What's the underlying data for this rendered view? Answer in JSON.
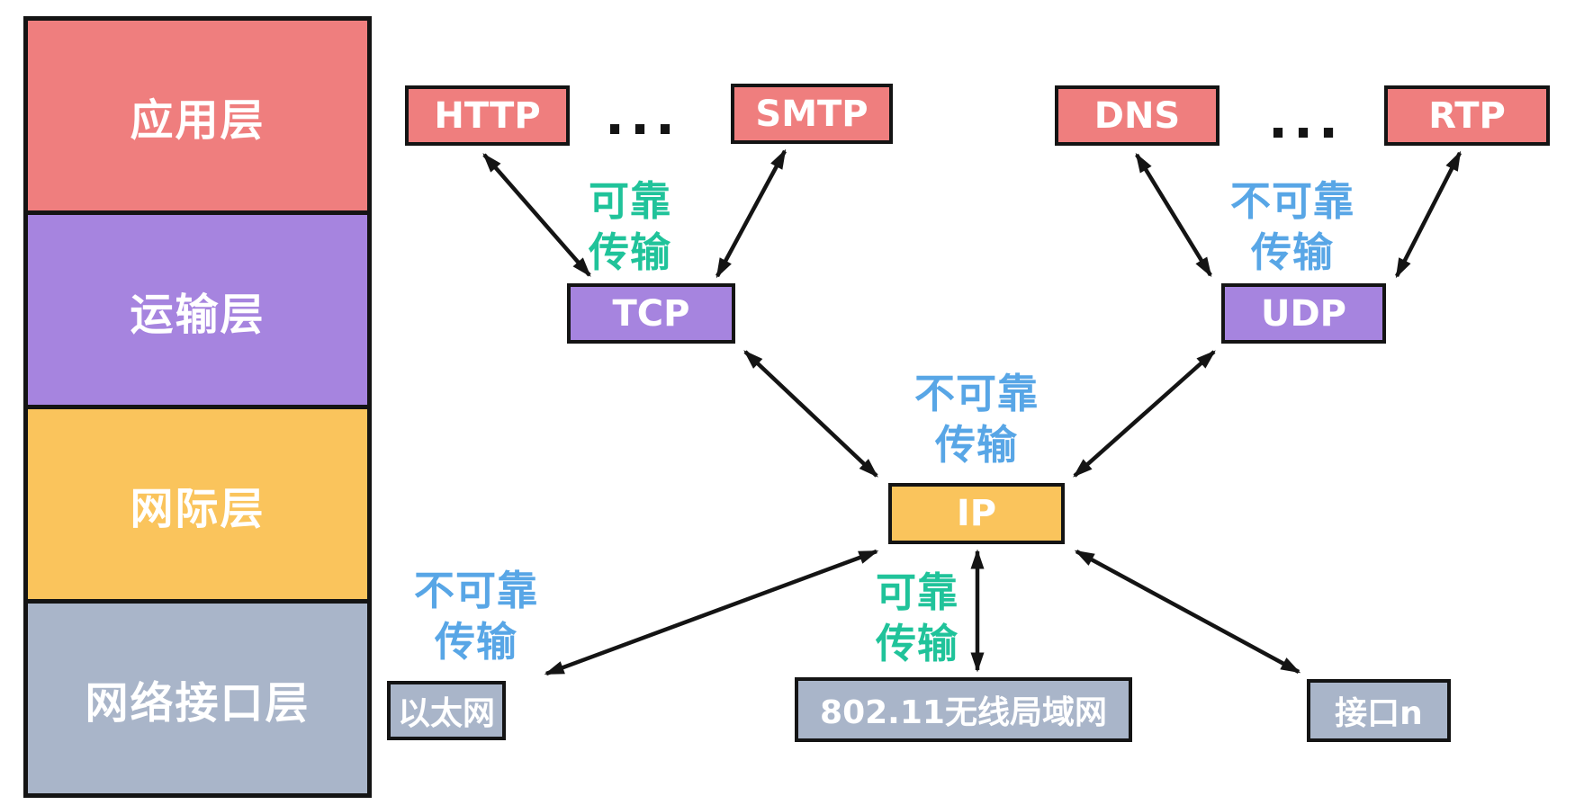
{
  "colors": {
    "salmon": "#EF7E7E",
    "purple": "#A684DF",
    "yellow": "#FAC45C",
    "grey_blue": "#A9B5C9",
    "green_text": "#20C39A",
    "blue_text": "#58A6E6",
    "outline": "#141414",
    "box_text": "#FFFFFF"
  },
  "stack": {
    "layers": [
      {
        "label": "应用层",
        "color": "#EF7E7E"
      },
      {
        "label": "运输层",
        "color": "#A684DF"
      },
      {
        "label": "网际层",
        "color": "#FAC45C"
      },
      {
        "label": "网络接口层",
        "color": "#A9B5C9"
      }
    ]
  },
  "nodes": {
    "http": {
      "label": "HTTP"
    },
    "smtp": {
      "label": "SMTP"
    },
    "dns": {
      "label": "DNS"
    },
    "rtp": {
      "label": "RTP"
    },
    "tcp": {
      "label": "TCP"
    },
    "udp": {
      "label": "UDP"
    },
    "ip": {
      "label": "IP"
    },
    "ethernet": {
      "label": "以太网"
    },
    "wlan": {
      "label": "802.11无线局域网"
    },
    "iface": {
      "label": "接口n"
    }
  },
  "ellipsis": "...",
  "annotations": {
    "tcp_reliable": {
      "text": "可靠\n传输",
      "color": "#20C39A"
    },
    "udp_unreliable": {
      "text": "不可靠\n传输",
      "color": "#58A6E6"
    },
    "ip_unreliable": {
      "text": "不可靠\n传输",
      "color": "#58A6E6"
    },
    "ethernet_unreliable": {
      "text": "不可靠\n传输",
      "color": "#58A6E6"
    },
    "wlan_reliable": {
      "text": "可靠\n传输",
      "color": "#20C39A"
    }
  }
}
